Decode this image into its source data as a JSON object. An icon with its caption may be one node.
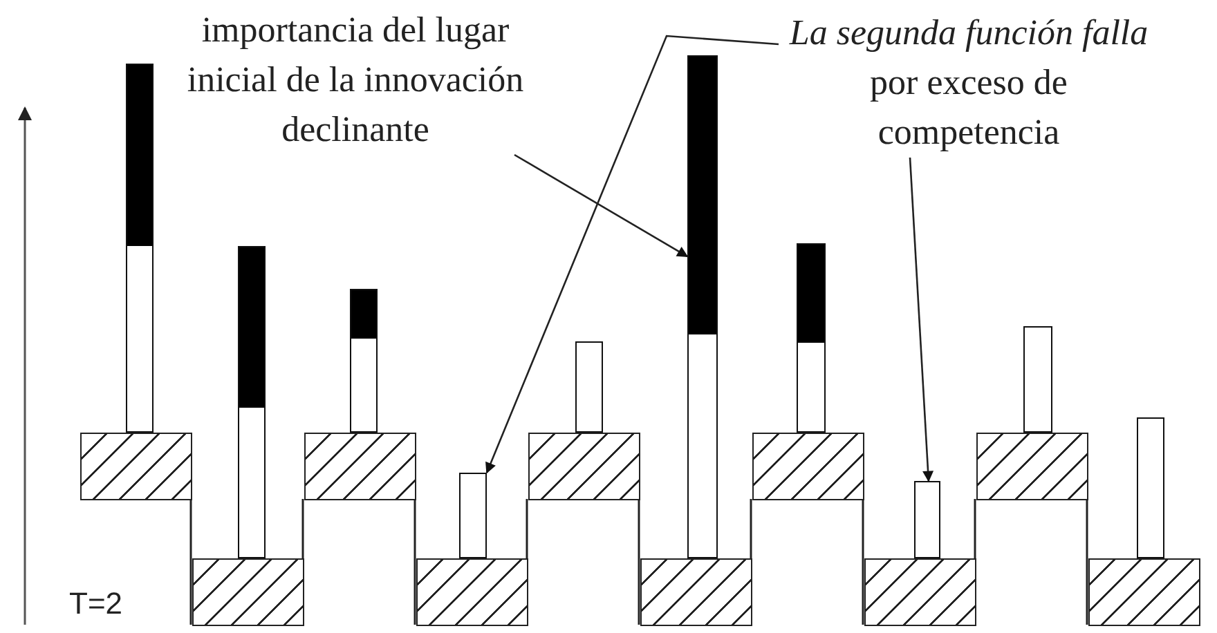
{
  "diagram": {
    "nodes": [
      {
        "text": [
          "importancia del lugar inicial de la innovación declinante"
        ]
      },
      {
        "text": [
          "*La segunda función falla* por exceso de competencia"
        ]
      },
      {
        "text": [],
        "shape": "bar"
      },
      {
        "text": [],
        "shape": "bar"
      },
      {
        "text": [],
        "shape": "bar"
      },
      {
        "text": [],
        "shape": "bar"
      },
      {
        "text": [],
        "shape": "bar"
      },
      {
        "text": [],
        "shape": "bar"
      },
      {
        "text": [],
        "shape": "bar"
      },
      {
        "text": [],
        "shape": "bar"
      },
      {
        "text": [],
        "shape": "bar"
      },
      {
        "text": [],
        "shape": "bar"
      },
      {
        "text": [],
        "shape": "box"
      },
      {
        "text": [],
        "shape": "box"
      },
      {
        "text": [],
        "shape": "box"
      },
      {
        "text": [],
        "shape": "box"
      },
      {
        "text": [],
        "shape": "box"
      },
      {
        "text": [],
        "shape": "box"
      },
      {
        "text": [],
        "shape": "box"
      },
      {
        "text": [],
        "shape": "box"
      },
      {
        "text": [],
        "shape": "box"
      },
      {
        "text": [],
        "shape": "box"
      }
    ],
    "edges": [
      {
        "from": 0,
        "to": 7,
        "arrow": "to"
      },
      {
        "from": 1,
        "to": 5,
        "arrow": "to"
      },
      {
        "from": 1,
        "to": 9,
        "arrow": "to"
      }
    ],
    "labels": [
      "T=2"
    ]
  }
}
